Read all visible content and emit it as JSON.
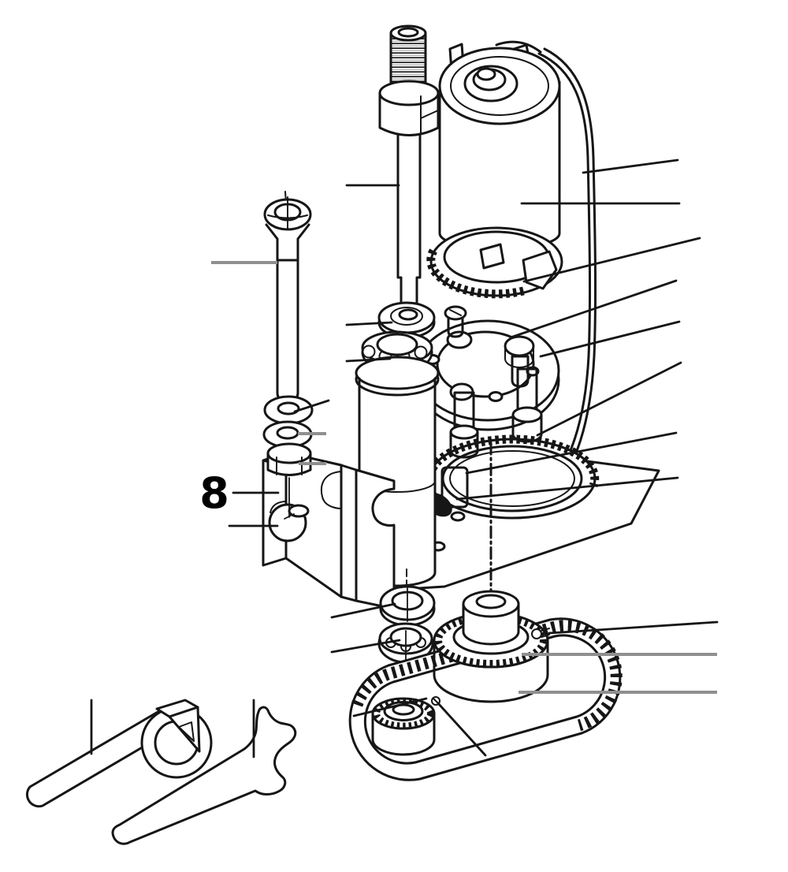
{
  "figure": {
    "type": "exploded-assembly-diagram",
    "description": "line-art exploded view of motor, spindle, mounting flange, pulleys, timing belt and service wrenches"
  },
  "callout": {
    "label": "8"
  },
  "palette": {
    "background": "#ffffff",
    "ink": "#161616",
    "leader_gray": "#8f8f8f"
  }
}
